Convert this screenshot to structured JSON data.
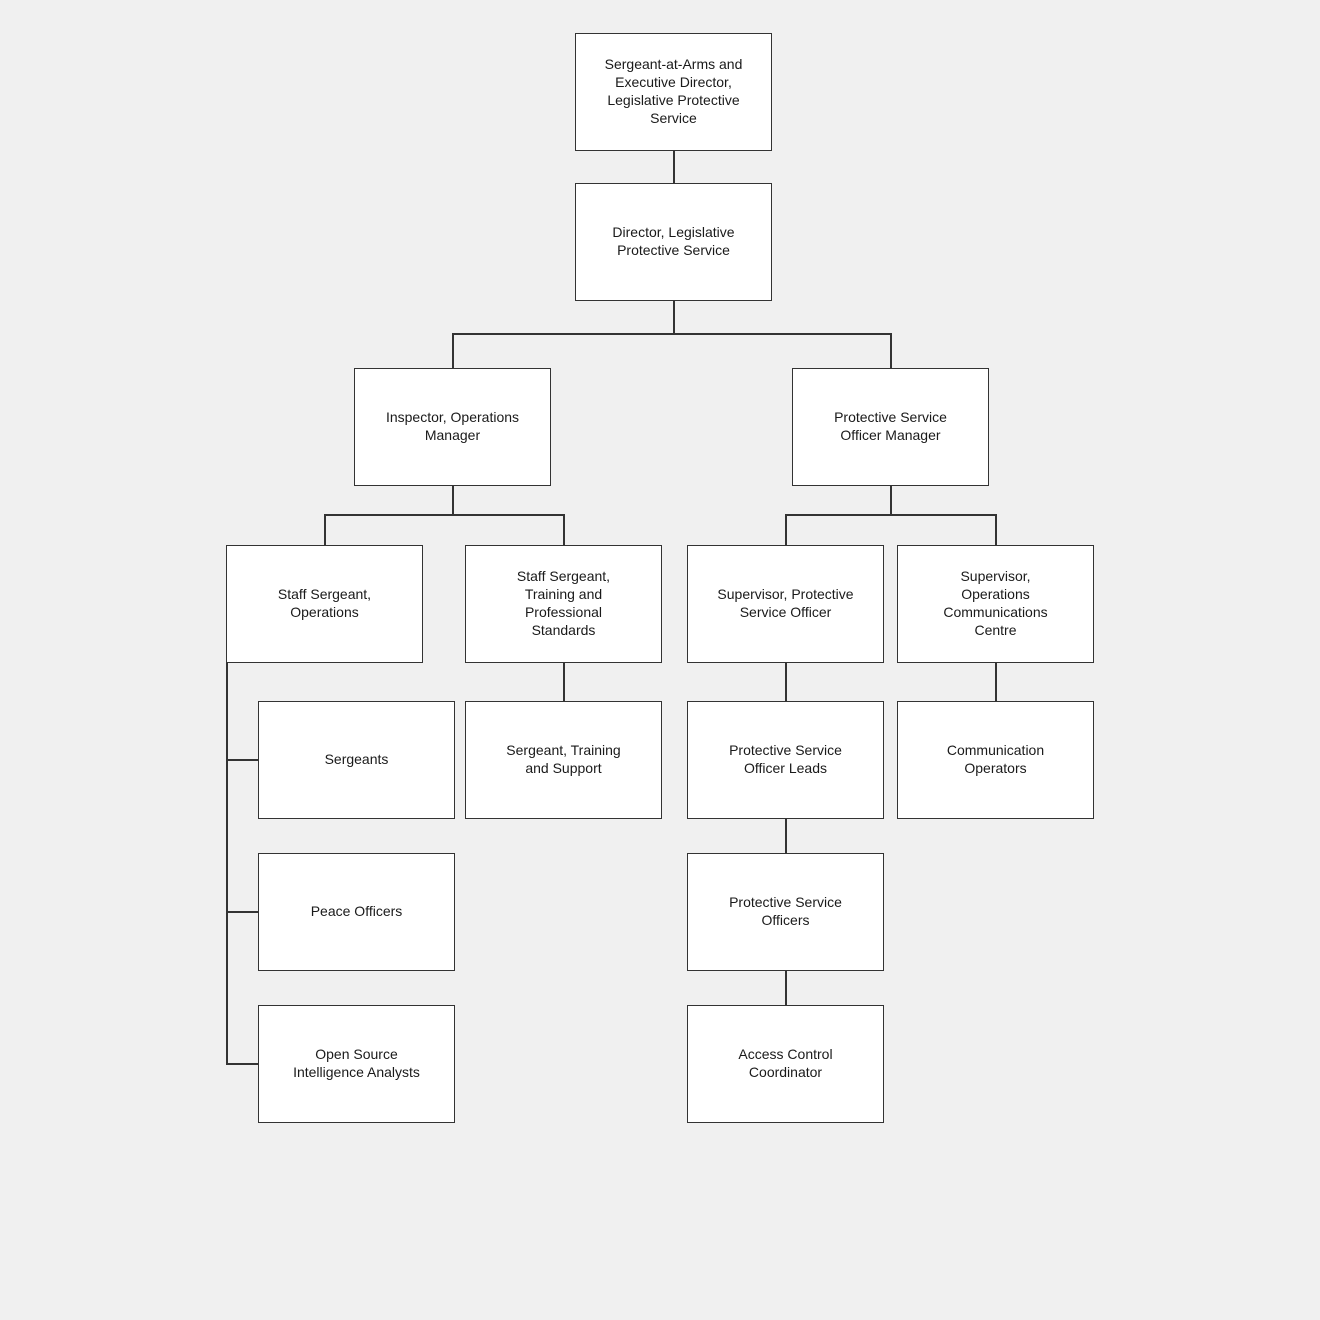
{
  "colors": {
    "background": "#f0f0f0",
    "node_fill": "#ffffff",
    "node_border": "#333333",
    "connector": "#333333",
    "text": "#1a1a1a"
  },
  "chart": {
    "type": "org-chart",
    "nodes": [
      {
        "id": "sergeant-at-arms",
        "label": "Sergeant-at-Arms and\nExecutive Director,\nLegislative Protective\nService",
        "reports_to": null
      },
      {
        "id": "director",
        "label": "Director, Legislative\nProtective Service",
        "reports_to": "sergeant-at-arms"
      },
      {
        "id": "inspector-operations-manager",
        "label": "Inspector, Operations\nManager",
        "reports_to": "director"
      },
      {
        "id": "protective-service-officer-manager",
        "label": "Protective Service\nOfficer Manager",
        "reports_to": "director"
      },
      {
        "id": "staff-sergeant-operations",
        "label": "Staff Sergeant,\nOperations",
        "reports_to": "inspector-operations-manager"
      },
      {
        "id": "staff-sergeant-training",
        "label": "Staff Sergeant,\nTraining and\nProfessional\nStandards",
        "reports_to": "inspector-operations-manager"
      },
      {
        "id": "supervisor-protective-service-officer",
        "label": "Supervisor, Protective\nService Officer",
        "reports_to": "protective-service-officer-manager"
      },
      {
        "id": "supervisor-operations-communications-centre",
        "label": "Supervisor,\nOperations\nCommunications\nCentre",
        "reports_to": "protective-service-officer-manager"
      },
      {
        "id": "sergeants",
        "label": "Sergeants",
        "reports_to": "staff-sergeant-operations"
      },
      {
        "id": "sergeant-training-and-support",
        "label": "Sergeant, Training\nand Support",
        "reports_to": "staff-sergeant-training"
      },
      {
        "id": "protective-service-officer-leads",
        "label": "Protective Service\nOfficer Leads",
        "reports_to": "supervisor-protective-service-officer"
      },
      {
        "id": "communication-operators",
        "label": "Communication\nOperators",
        "reports_to": "supervisor-operations-communications-centre"
      },
      {
        "id": "peace-officers",
        "label": "Peace Officers",
        "reports_to": "staff-sergeant-operations"
      },
      {
        "id": "protective-service-officers",
        "label": "Protective Service\nOfficers",
        "reports_to": "protective-service-officer-leads"
      },
      {
        "id": "open-source-intelligence-analysts",
        "label": "Open Source\nIntelligence Analysts",
        "reports_to": "staff-sergeant-operations"
      },
      {
        "id": "access-control-coordinator",
        "label": "Access Control\nCoordinator",
        "reports_to": "protective-service-officers"
      }
    ]
  }
}
